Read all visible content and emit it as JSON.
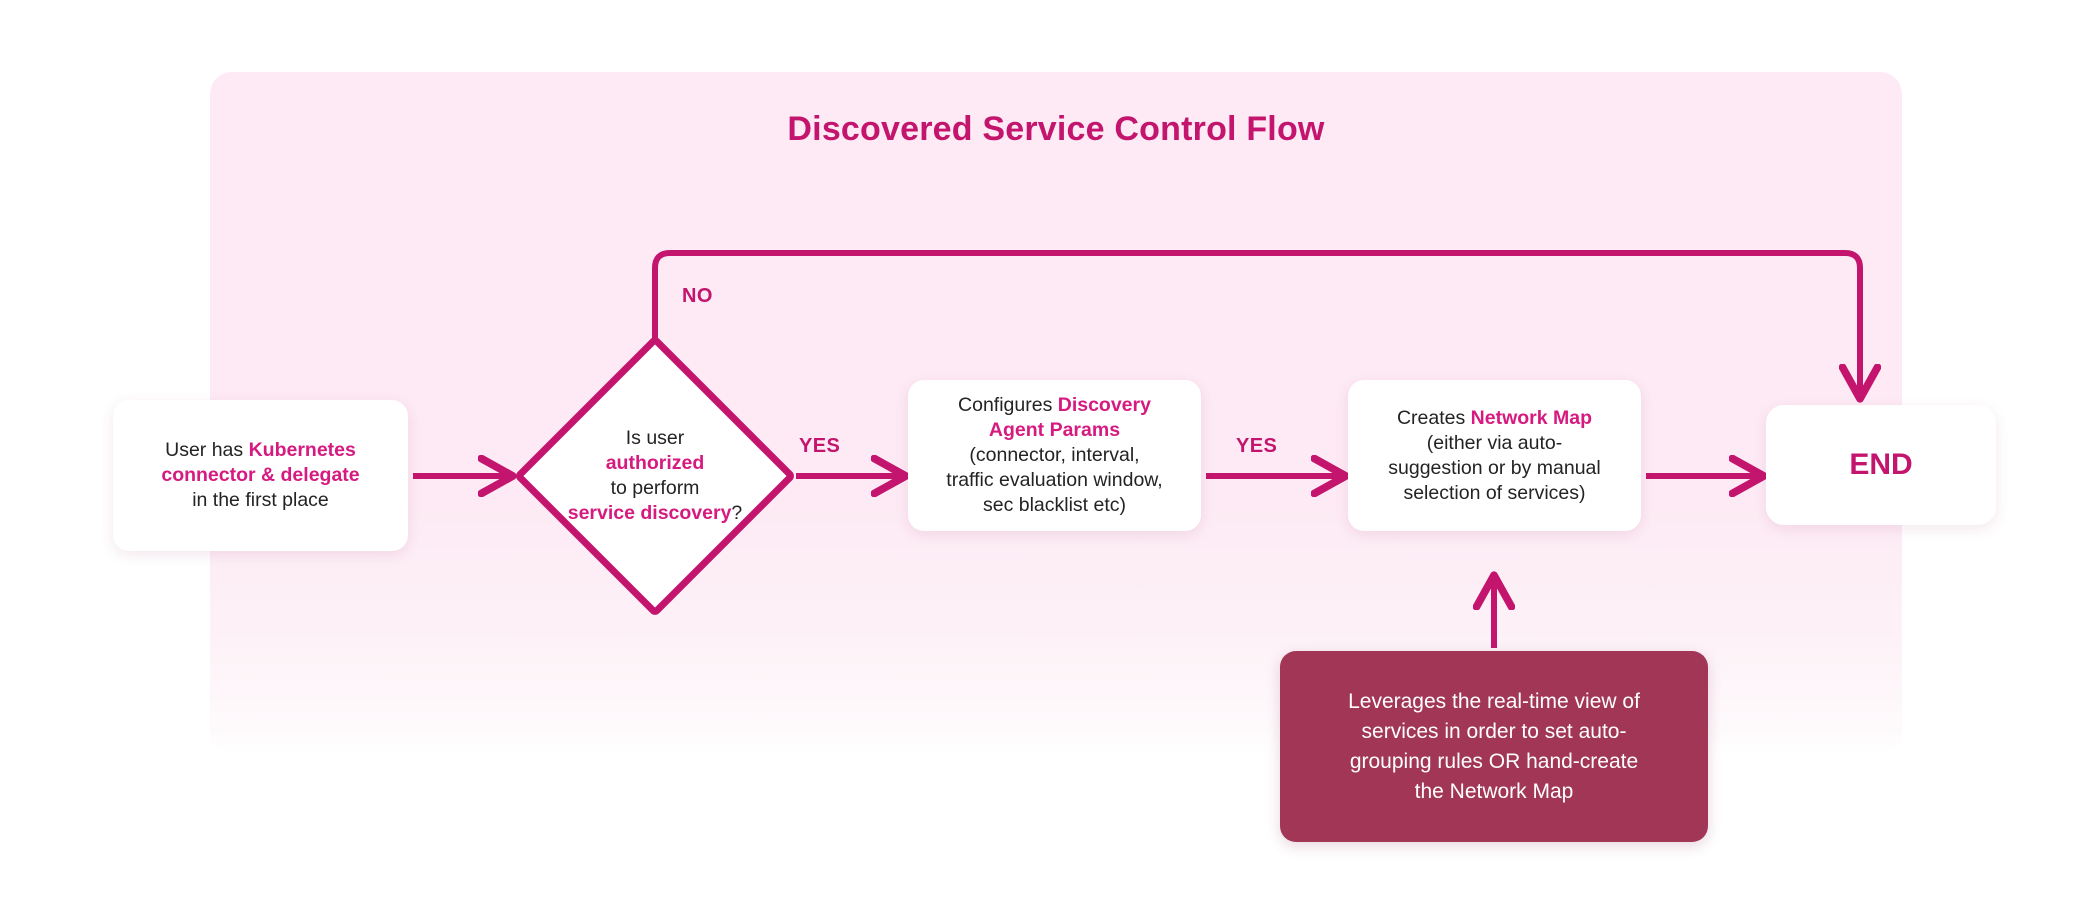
{
  "diagram": {
    "title": "Discovered Service Control Flow",
    "accent_color": "#c4156e",
    "highlight_color": "#d61a7f",
    "panel_color": "#fdeaf4",
    "note_color": "#a13657",
    "body_text_color": "#232323",
    "canvas_color": "#ffffff"
  },
  "nodes": {
    "start": {
      "shape": "rounded-rect",
      "lines": [
        {
          "parts": [
            {
              "t": "User has ",
              "hl": false
            },
            {
              "t": "Kubernetes",
              "hl": true
            }
          ]
        },
        {
          "parts": [
            {
              "t": "connector & delegate",
              "hl": true
            }
          ]
        },
        {
          "parts": [
            {
              "t": "in the first place",
              "hl": false
            }
          ]
        }
      ]
    },
    "decision": {
      "shape": "diamond",
      "lines": [
        {
          "parts": [
            {
              "t": "Is user",
              "hl": false
            }
          ]
        },
        {
          "parts": [
            {
              "t": "authorized",
              "hl": true
            }
          ]
        },
        {
          "parts": [
            {
              "t": "to perform",
              "hl": false
            }
          ]
        },
        {
          "parts": [
            {
              "t": "service discovery",
              "hl": true
            },
            {
              "t": "?",
              "hl": false
            }
          ]
        }
      ]
    },
    "params": {
      "shape": "rounded-rect",
      "lines": [
        {
          "parts": [
            {
              "t": "Configures ",
              "hl": false
            },
            {
              "t": "Discovery",
              "hl": true
            }
          ]
        },
        {
          "parts": [
            {
              "t": "Agent Params",
              "hl": true
            }
          ]
        },
        {
          "parts": [
            {
              "t": "(connector, interval,",
              "hl": false
            }
          ]
        },
        {
          "parts": [
            {
              "t": "traffic evaluation window,",
              "hl": false
            }
          ]
        },
        {
          "parts": [
            {
              "t": "sec blacklist etc)",
              "hl": false
            }
          ]
        }
      ]
    },
    "netmap": {
      "shape": "rounded-rect",
      "lines": [
        {
          "parts": [
            {
              "t": "Creates ",
              "hl": false
            },
            {
              "t": "Network Map",
              "hl": true
            }
          ]
        },
        {
          "parts": [
            {
              "t": "(either via auto-",
              "hl": false
            }
          ]
        },
        {
          "parts": [
            {
              "t": "suggestion or by manual",
              "hl": false
            }
          ]
        },
        {
          "parts": [
            {
              "t": "selection of services)",
              "hl": false
            }
          ]
        }
      ]
    },
    "end": {
      "shape": "rounded-rect",
      "label": "END"
    },
    "note": {
      "shape": "rounded-rect-filled",
      "lines": [
        {
          "parts": [
            {
              "t": "Leverages the real-time view of",
              "hl": false
            }
          ]
        },
        {
          "parts": [
            {
              "t": "services in order to set auto-",
              "hl": false
            }
          ]
        },
        {
          "parts": [
            {
              "t": "grouping rules OR hand-create",
              "hl": false
            }
          ]
        },
        {
          "parts": [
            {
              "t": "the Network Map",
              "hl": false
            }
          ]
        }
      ]
    }
  },
  "edges": {
    "start_to_decision": {
      "label": ""
    },
    "decision_no": {
      "label": "NO"
    },
    "decision_yes": {
      "label": "YES"
    },
    "params_to_netmap": {
      "label": "YES"
    },
    "netmap_to_end": {
      "label": ""
    },
    "note_to_netmap": {
      "label": ""
    }
  }
}
